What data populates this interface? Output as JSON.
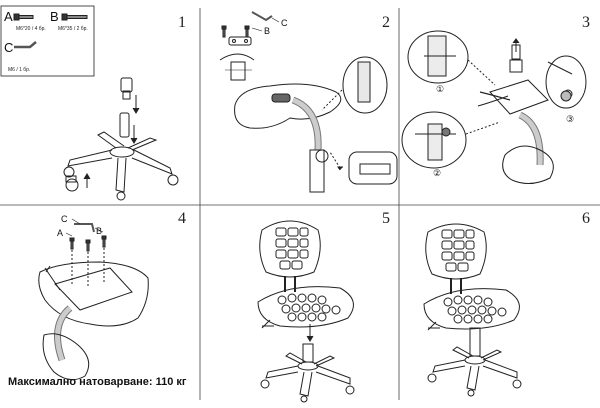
{
  "steps": [
    "1",
    "2",
    "3",
    "4",
    "5",
    "6"
  ],
  "parts_legend": {
    "a": {
      "letter": "A",
      "spec": "M6*20 / 4 бр."
    },
    "b": {
      "letter": "B",
      "spec": "M6*35 / 2 бр."
    },
    "c": {
      "letter": "C",
      "spec": "M6 / 1 бр."
    }
  },
  "step2_callouts": [
    "C",
    "B"
  ],
  "step3_callouts": [
    "①",
    "②",
    "③"
  ],
  "step4_callouts": [
    "C",
    "A",
    "B"
  ],
  "footer": {
    "max_load": "Максимално натоварване: 110 кг"
  }
}
